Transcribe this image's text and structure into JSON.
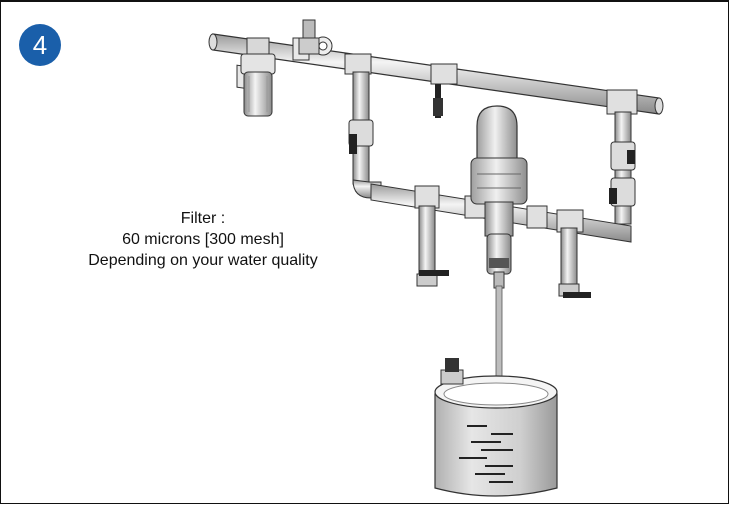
{
  "step": {
    "number": "4",
    "badge_color": "#1a5faa"
  },
  "caption": {
    "title": "Filter :",
    "line1": "60 microns [300 mesh]",
    "line2": "Depending on your water quality"
  },
  "icons": [
    "water-filter-icon",
    "pressure-regulator-icon",
    "ball-valve-icon",
    "dosing-pump-icon",
    "solution-tank-icon"
  ]
}
